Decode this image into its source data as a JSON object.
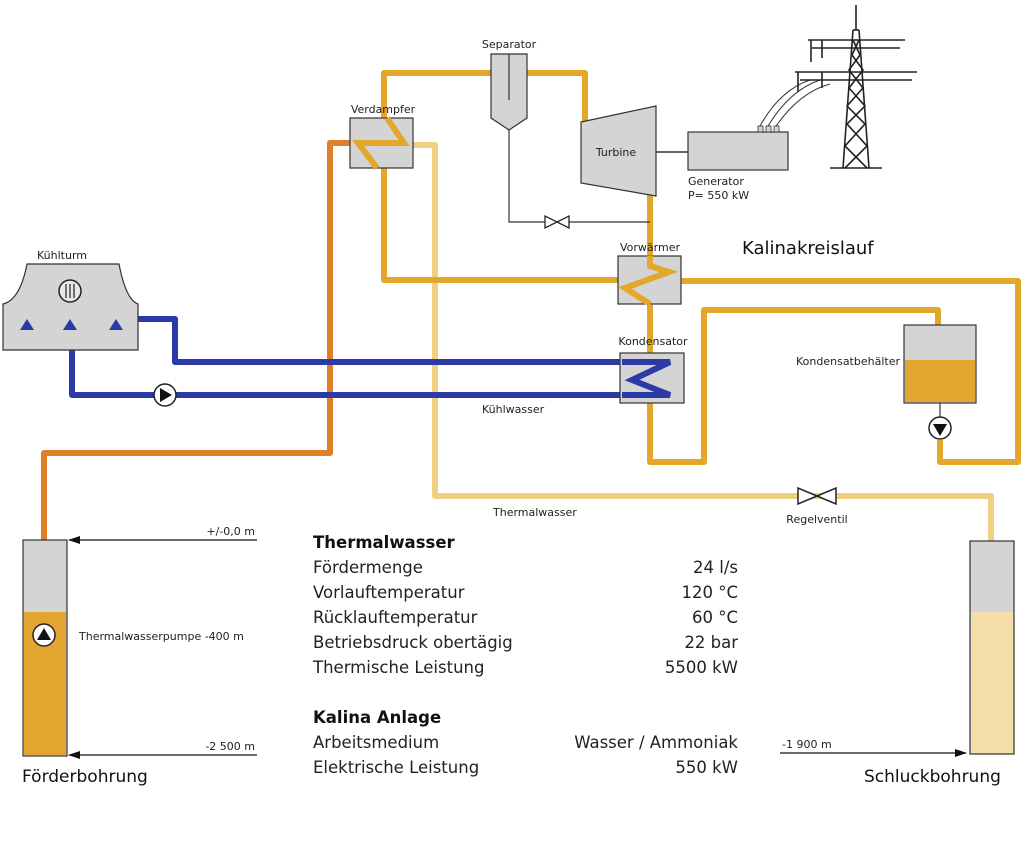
{
  "diagram": {
    "title": "Kalinakreislauf",
    "labels": {
      "separator": "Separator",
      "verdampfer": "Verdampfer",
      "turbine": "Turbine",
      "generator": "Generator",
      "generator_power": "P= 550 kW",
      "vorwaermer": "Vorwärmer",
      "kuehlturm": "Kühlturm",
      "kondensator": "Kondensator",
      "kondensatbehaelter": "Kondensatbehälter",
      "kuehlwasser": "Kühlwasser",
      "thermalwasser": "Thermalwasser",
      "regelventil": "Regelventil",
      "pumpe": "Thermalwasserpumpe -400 m",
      "level_surface": "+/-0,0 m",
      "level_bottom": "-2 500 m",
      "level_injection": "-1 900 m",
      "foerderbohrung": "Förderbohrung",
      "schluckbohrung": "Schluckbohrung"
    },
    "colors": {
      "hot_water": "#e07f2a",
      "kalina": "#e3a72c",
      "return_water": "#f0cf80",
      "cooling": "#2b3aa6",
      "equipment": "#d4d4d4",
      "well_fill": "#e2a630",
      "well_fill_light": "#f5dfa8"
    }
  },
  "info": {
    "thermalwasser": {
      "heading": "Thermalwasser",
      "rows": [
        {
          "label": "Fördermenge",
          "value": "24 l/s"
        },
        {
          "label": "Vorlauftemperatur",
          "value": "120 °C"
        },
        {
          "label": "Rücklauftemperatur",
          "value": "60 °C"
        },
        {
          "label": "Betriebsdruck obertägig",
          "value": "22 bar"
        },
        {
          "label": "Thermische Leistung",
          "value": "5500 kW"
        }
      ]
    },
    "kalina": {
      "heading": "Kalina Anlage",
      "rows": [
        {
          "label": "Arbeitsmedium",
          "value": "Wasser / Ammoniak"
        },
        {
          "label": "Elektrische Leistung",
          "value": "550 kW"
        }
      ]
    }
  }
}
